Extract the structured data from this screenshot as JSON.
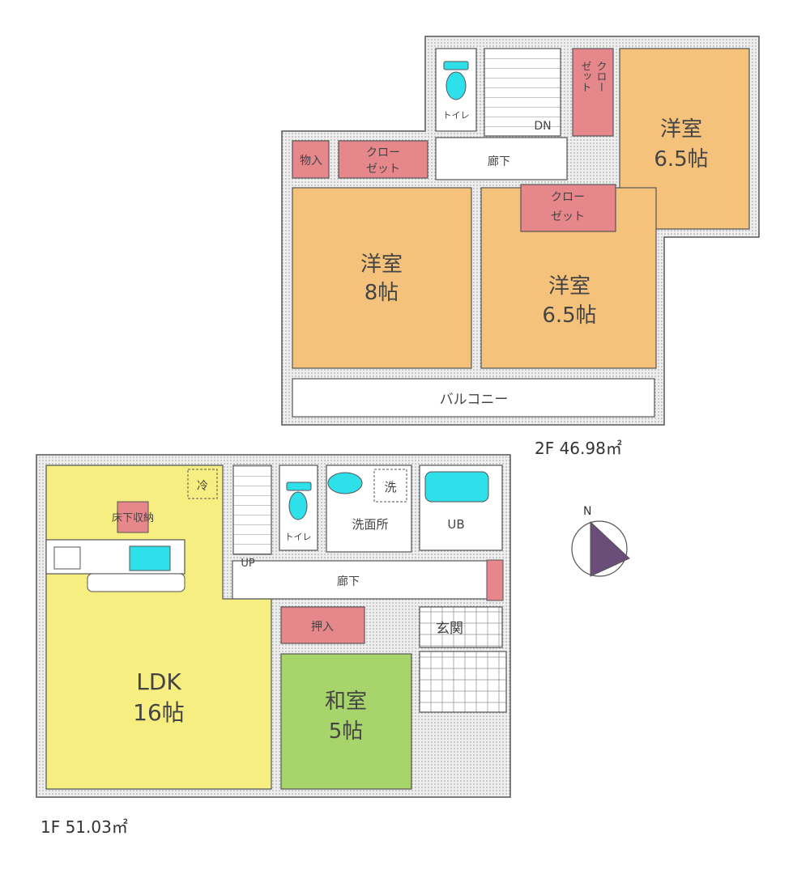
{
  "colors": {
    "wall": "#e6e6e6",
    "western_room": "#f5c27c",
    "ldk": "#f6ee80",
    "japanese_room": "#a8d46c",
    "storage": "#e6878c",
    "fixture": "#2ee0ea"
  },
  "floor2": {
    "area_label": "2F  46.98㎡",
    "rooms": {
      "western_8": {
        "name": "洋室",
        "size": "8帖"
      },
      "western_65_center": {
        "name": "洋室",
        "size": "6.5帖"
      },
      "western_65_right": {
        "name": "洋室",
        "size": "6.5帖"
      },
      "closet_left_storage": "物入",
      "closet_left": [
        "クロー",
        "ゼット"
      ],
      "closet_center": [
        "クロー",
        "ゼット"
      ],
      "closet_right": [
        "クロー",
        "ゼット"
      ],
      "toilet": "トイレ",
      "hallway": "廊下",
      "stairs": "DN",
      "balcony": "バルコニー"
    }
  },
  "floor1": {
    "area_label": "1F  51.03㎡",
    "rooms": {
      "ldk": {
        "name": "LDK",
        "size": "16帖"
      },
      "japanese": {
        "name": "和室",
        "size": "5帖"
      },
      "underfloor_storage": "床下収納",
      "fridge": "冷",
      "toilet": "トイレ",
      "washroom": "洗面所",
      "washer": "洗",
      "bath": "UB",
      "hallway": "廊下",
      "stairs": "UP",
      "oshiire": "押入",
      "entrance": "玄関"
    }
  },
  "compass": {
    "label": "N"
  }
}
